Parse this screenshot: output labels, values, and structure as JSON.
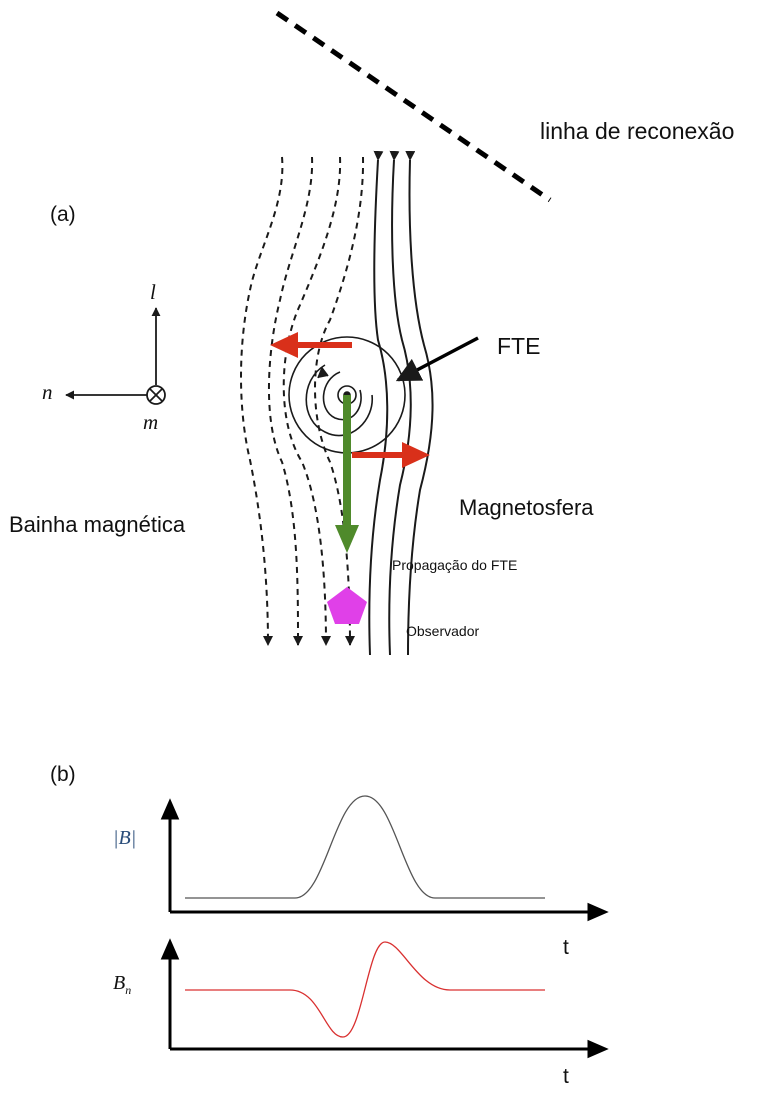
{
  "panel_a": {
    "label": "(a)",
    "reconnection_line_label": "linha de reconexão",
    "fte_label": "FTE",
    "magnetosheath_label": "Bainha magnética",
    "magnetosphere_label": "Magnetosfera",
    "propagation_label": "Propagação do FTE",
    "observer_label": "Observador",
    "axes": {
      "l": "l",
      "n": "n",
      "m": "m"
    },
    "colors": {
      "field_lines": "#1a1a1a",
      "flow_arrows": "#d9301a",
      "propagation_arrow": "#4f8a2b",
      "observer": "#e040e8",
      "reconnection_line": "#000000"
    }
  },
  "panel_b": {
    "label": "(b)",
    "top_ylabel": "|B|",
    "bottom_ylabel": "B",
    "bottom_ylabel_sub": "n",
    "xlabel": "t",
    "colors": {
      "B_magnitude": "#555555",
      "B_n": "#d93030"
    }
  }
}
